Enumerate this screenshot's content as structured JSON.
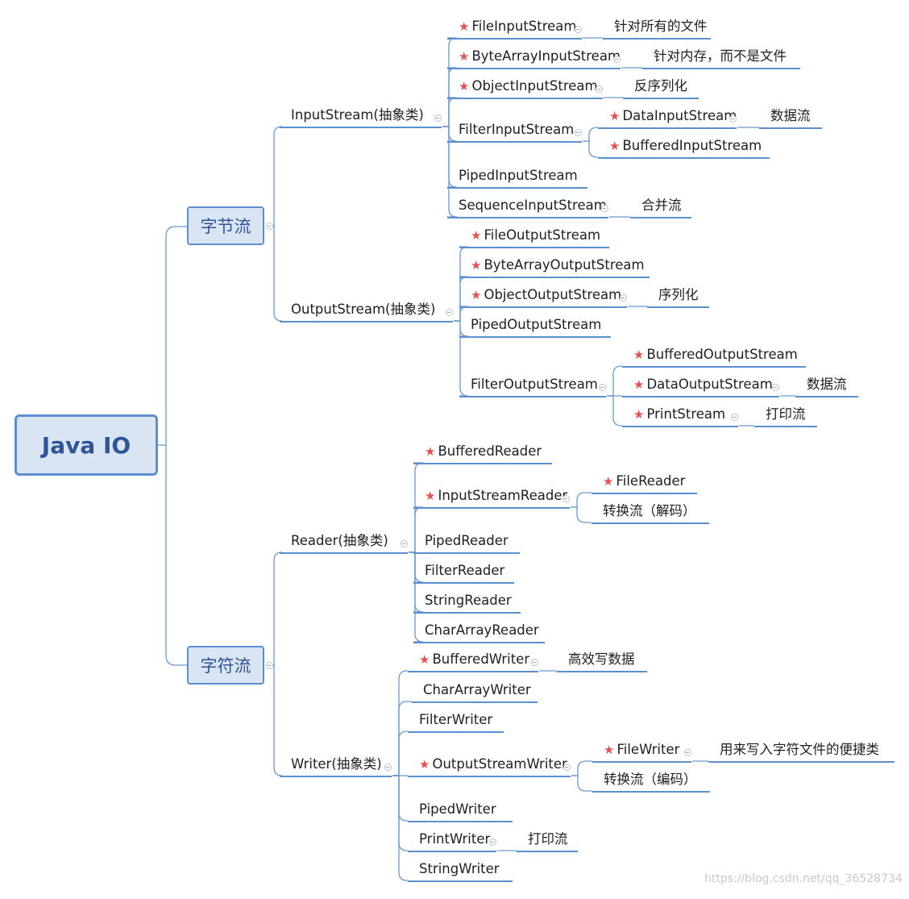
{
  "root": {
    "label": "Java IO"
  },
  "categories": [
    {
      "label": "字节流"
    },
    {
      "label": "字符流"
    }
  ],
  "nodes": [
    {
      "id": "is",
      "label": "InputStream(抽象类)"
    },
    {
      "id": "is1",
      "label": "FileInputStream",
      "star": true
    },
    {
      "id": "is1n",
      "label": "针对所有的文件"
    },
    {
      "id": "is2",
      "label": "ByteArrayInputStream",
      "star": true
    },
    {
      "id": "is2n",
      "label": "针对内存，而不是文件"
    },
    {
      "id": "is3",
      "label": "ObjectInputStream",
      "star": true
    },
    {
      "id": "is3n",
      "label": "反序列化"
    },
    {
      "id": "is4",
      "label": "FilterInputStream"
    },
    {
      "id": "is4a",
      "label": "DataInputStream",
      "star": true
    },
    {
      "id": "is4an",
      "label": "数据流"
    },
    {
      "id": "is4b",
      "label": "BufferedInputStream",
      "star": true
    },
    {
      "id": "is5",
      "label": "PipedInputStream"
    },
    {
      "id": "is6",
      "label": "SequenceInputStream"
    },
    {
      "id": "is6n",
      "label": "合并流"
    },
    {
      "id": "os",
      "label": "OutputStream(抽象类)"
    },
    {
      "id": "os1",
      "label": "FileOutputStream",
      "star": true
    },
    {
      "id": "os2",
      "label": "ByteArrayOutputStream",
      "star": true
    },
    {
      "id": "os3",
      "label": "ObjectOutputStream",
      "star": true
    },
    {
      "id": "os3n",
      "label": "序列化"
    },
    {
      "id": "os4",
      "label": "PipedOutputStream"
    },
    {
      "id": "os5",
      "label": "FilterOutputStream"
    },
    {
      "id": "os5a",
      "label": "BufferedOutputStream",
      "star": true
    },
    {
      "id": "os5b",
      "label": "DataOutputStream",
      "star": true
    },
    {
      "id": "os5bn",
      "label": "数据流"
    },
    {
      "id": "os5c",
      "label": "PrintStream",
      "star": true
    },
    {
      "id": "os5cn",
      "label": "打印流"
    },
    {
      "id": "rd",
      "label": "Reader(抽象类)"
    },
    {
      "id": "rd1",
      "label": "BufferedReader",
      "star": true
    },
    {
      "id": "rd2",
      "label": "InputStreamReader",
      "star": true
    },
    {
      "id": "rd2a",
      "label": "FileReader",
      "star": true
    },
    {
      "id": "rd2b",
      "label": "转换流（解码）"
    },
    {
      "id": "rd3",
      "label": "PipedReader"
    },
    {
      "id": "rd4",
      "label": "FilterReader"
    },
    {
      "id": "rd5",
      "label": "StringReader"
    },
    {
      "id": "rd6",
      "label": "CharArrayReader"
    },
    {
      "id": "wr",
      "label": "Writer(抽象类)"
    },
    {
      "id": "wr1",
      "label": "BufferedWriter",
      "star": true
    },
    {
      "id": "wr1n",
      "label": "高效写数据"
    },
    {
      "id": "wr2",
      "label": "CharArrayWriter"
    },
    {
      "id": "wr3",
      "label": "FilterWriter"
    },
    {
      "id": "wr4",
      "label": "OutputStreamWriter",
      "star": true
    },
    {
      "id": "wr4a",
      "label": "FileWriter",
      "star": true
    },
    {
      "id": "wr4an",
      "label": "用来写入字符文件的便捷类"
    },
    {
      "id": "wr4b",
      "label": "转换流（编码）"
    },
    {
      "id": "wr5",
      "label": "PipedWriter"
    },
    {
      "id": "wr6",
      "label": "PrintWriter"
    },
    {
      "id": "wr6n",
      "label": "打印流"
    },
    {
      "id": "wr7",
      "label": "StringWriter"
    }
  ],
  "watermark": "https://blog.csdn.net/qq_36528734",
  "colors": {
    "accent": "#5b8fcf",
    "star": "#e8504f",
    "box_fill": "#dae5f3",
    "title_text": "#2f5597"
  }
}
